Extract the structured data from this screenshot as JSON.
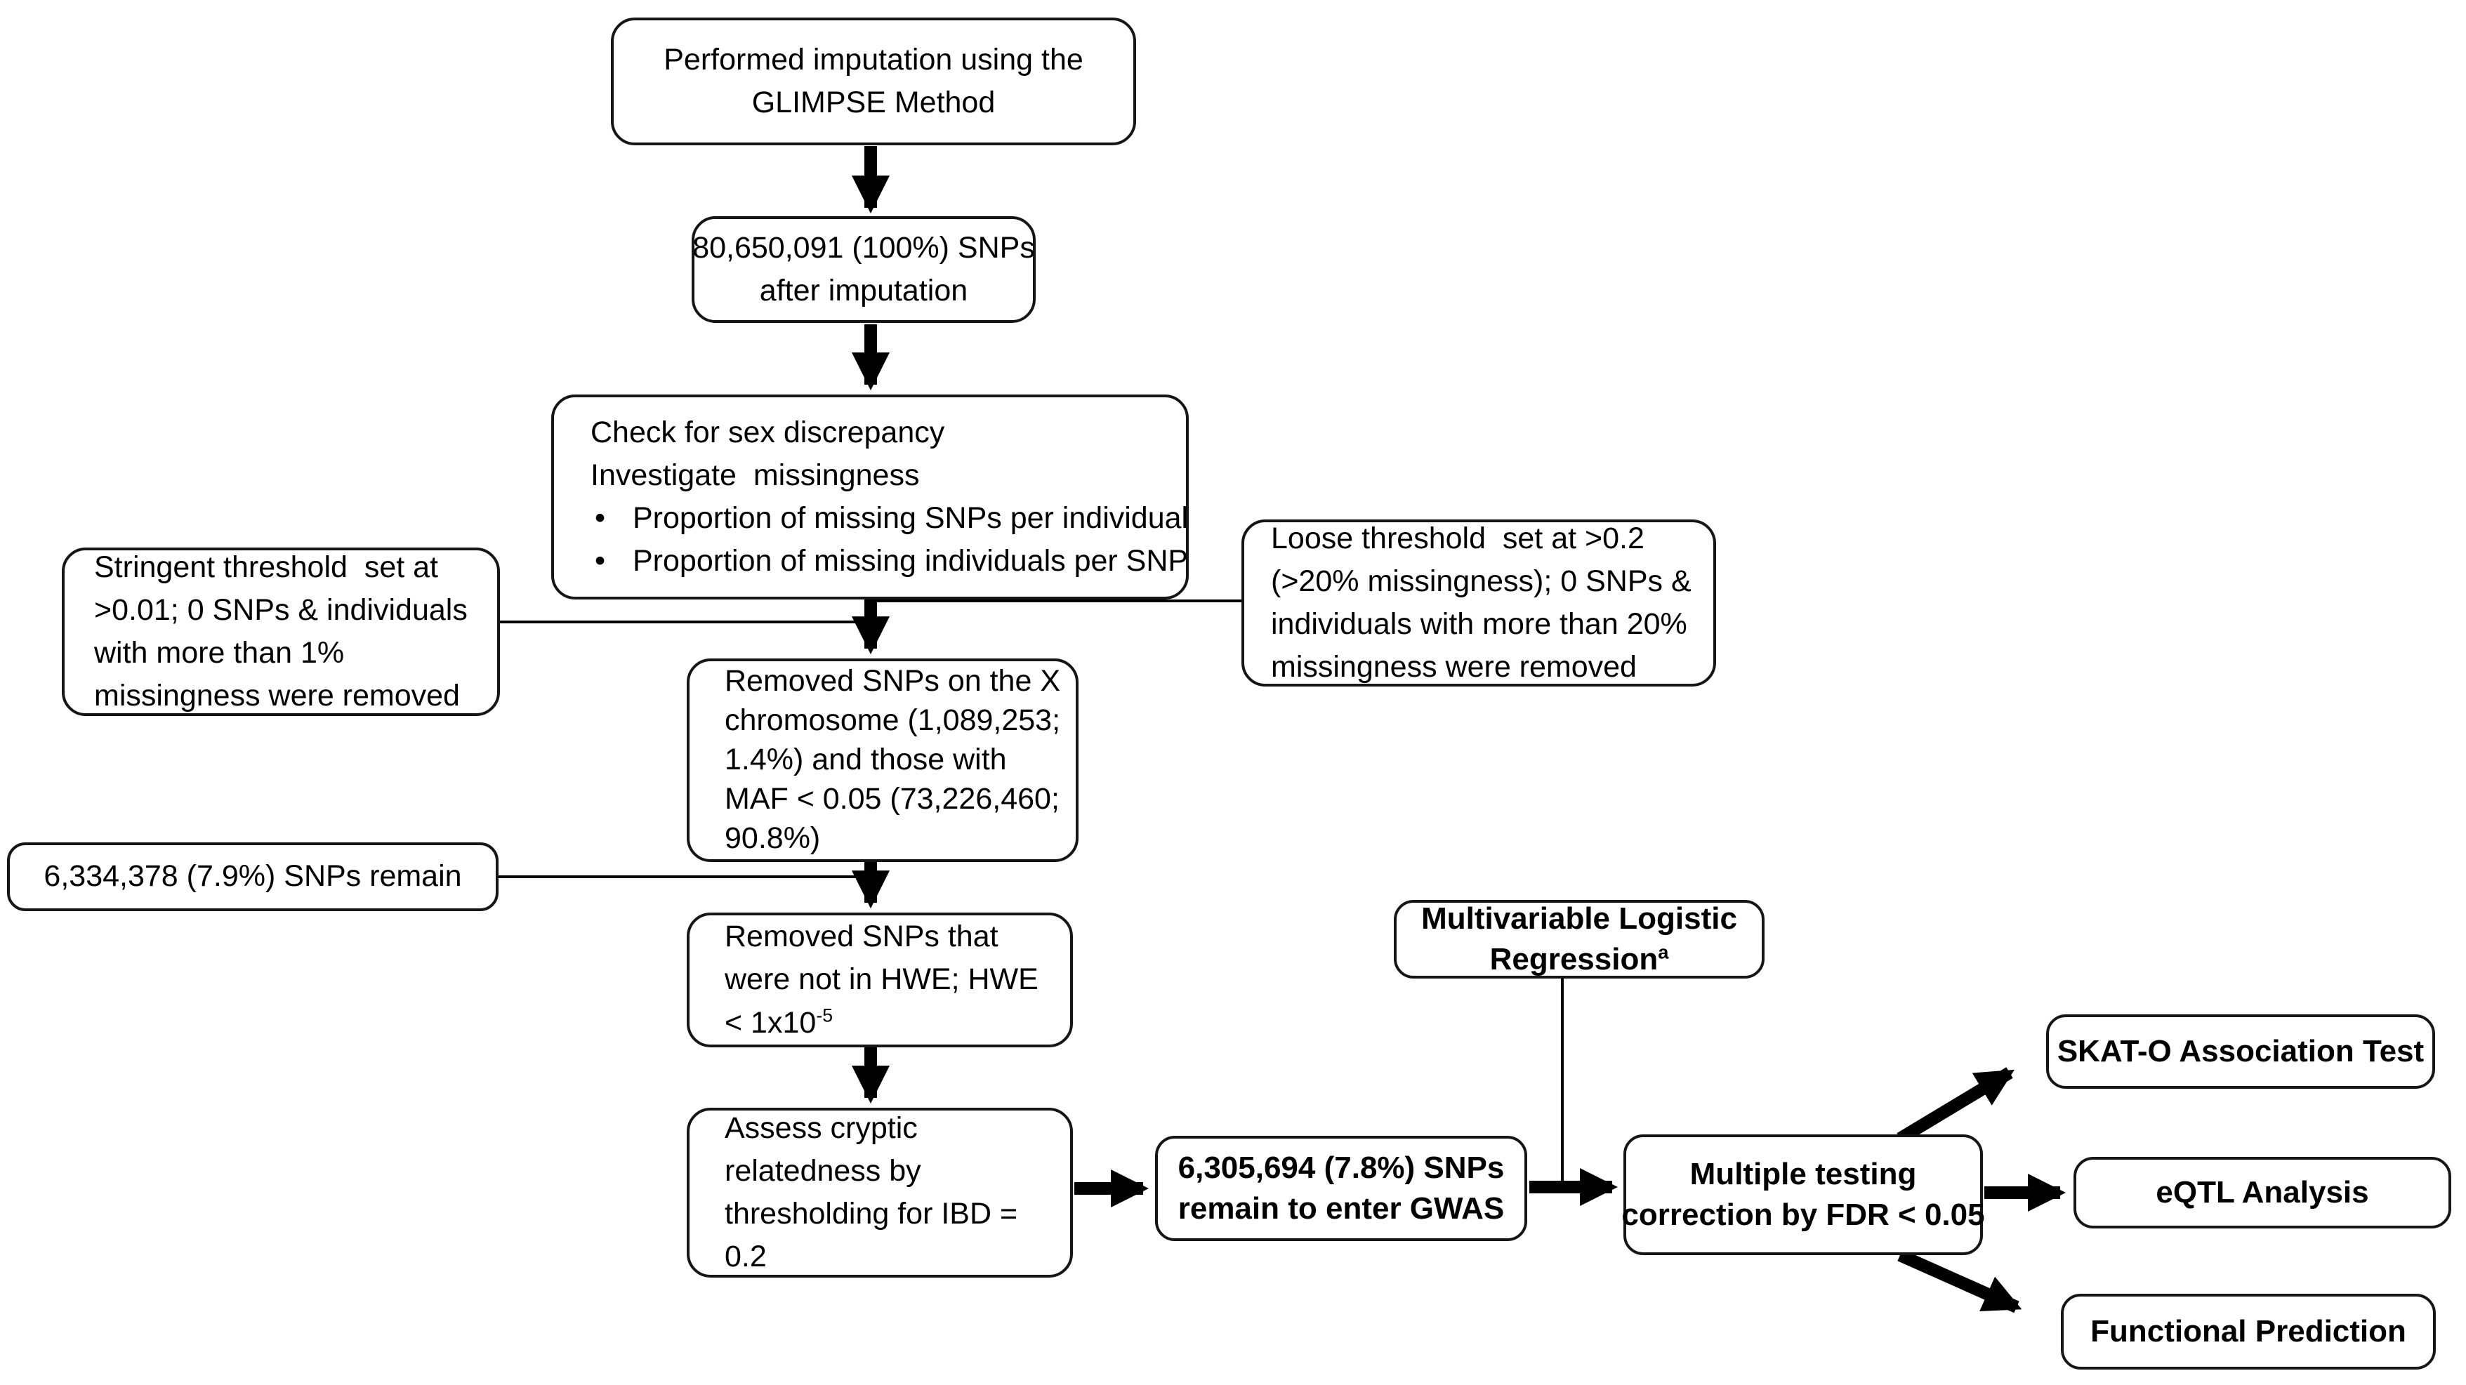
{
  "colors": {
    "background": "#ffffff",
    "box_border": "#161616",
    "connector": "#000000",
    "text": "#000000"
  },
  "bullet": "•",
  "boxes": {
    "imputation": {
      "line1": "Performed imputation using the",
      "line2": "GLIMPSE Method"
    },
    "after_imputation": {
      "line1": "80,650,091 (100%) SNPs",
      "line2": "after imputation"
    },
    "check_sex": {
      "line1": "Check for sex discrepancy",
      "line2": "Investigate  missingness",
      "bullet1": "Proportion of missing SNPs per individual",
      "bullet2": "Proportion of missing individuals per SNP"
    },
    "stringent": {
      "line1": "Stringent threshold  set at",
      "line2": ">0.01; 0 SNPs & individuals",
      "line3": "with more than 1%",
      "line4": "missingness were removed"
    },
    "loose": {
      "line1": "Loose threshold  set at >0.2",
      "line2": "(>20% missingness); 0 SNPs &",
      "line3": "individuals with more than 20%",
      "line4": "missingness were removed"
    },
    "removed_x": {
      "line1": "Removed SNPs on the X",
      "line2": "chromosome (1,089,253;",
      "line3": "1.4%) and those with",
      "line4": "MAF < 0.05 (73,226,460;",
      "line5": "90.8%)"
    },
    "snps_remain": {
      "text": "6,334,378 (7.9%) SNPs remain"
    },
    "hwe": {
      "line1": "Removed SNPs that",
      "line2": "were not in HWE; HWE",
      "line3_base": "< 1x10",
      "line3_sup": "-5"
    },
    "cryptic": {
      "line1": "Assess cryptic",
      "line2": "relatedness by",
      "line3": "thresholding for IBD =",
      "line4": "0.2"
    },
    "gwas": {
      "line1": "6,305,694 (7.8%) SNPs",
      "line2": "remain to enter GWAS"
    },
    "multivariable": {
      "line1": "Multivariable Logistic",
      "line2_base": "Regression",
      "line2_sup": "a"
    },
    "fdr": {
      "line1": "Multiple testing",
      "line2": "correction by FDR < 0.05"
    },
    "skato": {
      "text": "SKAT-O Association Test"
    },
    "eqtl": {
      "text": "eQTL Analysis"
    },
    "functional": {
      "text": "Functional Prediction"
    }
  }
}
